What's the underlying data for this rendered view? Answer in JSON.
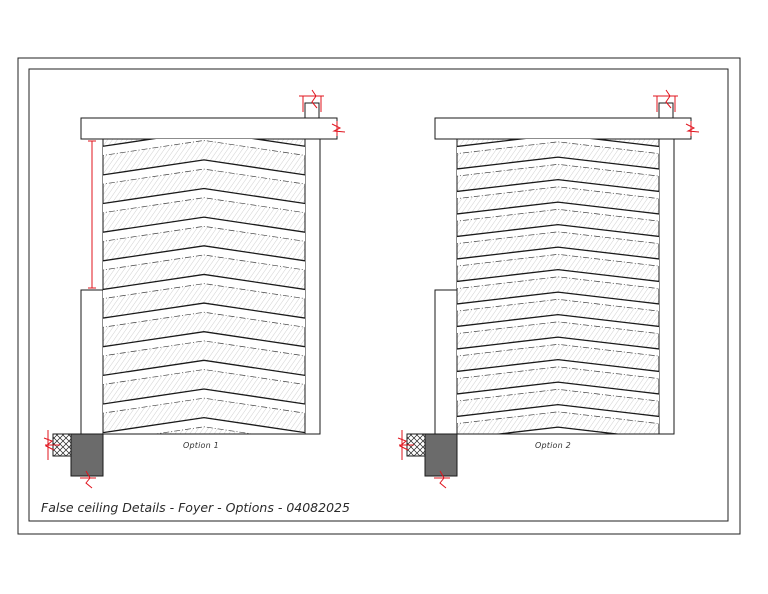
{
  "title": "False ceiling Details - Foyer - Options - 04082025",
  "options": [
    {
      "label": "Option 1",
      "chevron_rows": 11
    },
    {
      "label": "Option 2",
      "chevron_rows": 14
    }
  ],
  "colors": {
    "line": "#1a1a1a",
    "dimension_marks": "#e0141e",
    "column_fill": "#6b6b6b",
    "hatch": "#9a9a9a"
  }
}
